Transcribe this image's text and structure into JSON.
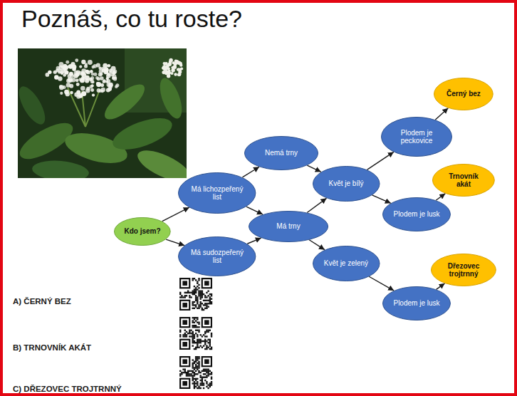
{
  "diagram": {
    "title": "Poznáš, co tu roste?",
    "nodes": [
      {
        "text": [
          "Kdo jsem?"
        ]
      },
      {
        "text": [
          "Má lichozpeřený list"
        ]
      },
      {
        "text": [
          "Má sudozpeřený list"
        ]
      },
      {
        "text": [
          "Nemá trny"
        ]
      },
      {
        "text": [
          "Má trny"
        ]
      },
      {
        "text": [
          "Květ je bílý"
        ]
      },
      {
        "text": [
          "Květ je zelený"
        ]
      },
      {
        "text": [
          "Plodem je peckovice"
        ]
      },
      {
        "text": [
          "Plodem je lusk"
        ]
      },
      {
        "text": [
          "Plodem je lusk"
        ]
      },
      {
        "text": [
          "Černý bez"
        ]
      },
      {
        "text": [
          "Trnovník akát"
        ]
      },
      {
        "text": [
          "Dřezovec trojtrnný"
        ]
      }
    ],
    "edges": [
      {
        "from": 0,
        "to": 1,
        "arrow": "to"
      },
      {
        "from": 0,
        "to": 2,
        "arrow": "to"
      },
      {
        "from": 1,
        "to": 3,
        "arrow": "to"
      },
      {
        "from": 1,
        "to": 4,
        "arrow": "to"
      },
      {
        "from": 2,
        "to": 4,
        "arrow": "to"
      },
      {
        "from": 3,
        "to": 5,
        "arrow": "to"
      },
      {
        "from": 4,
        "to": 5,
        "arrow": "to"
      },
      {
        "from": 4,
        "to": 6,
        "arrow": "to"
      },
      {
        "from": 5,
        "to": 7,
        "arrow": "to"
      },
      {
        "from": 5,
        "to": 8,
        "arrow": "to"
      },
      {
        "from": 6,
        "to": 9,
        "arrow": "to"
      },
      {
        "from": 7,
        "to": 10,
        "arrow": "to"
      },
      {
        "from": 8,
        "to": 11,
        "arrow": "to"
      },
      {
        "from": 9,
        "to": 12,
        "arrow": "to"
      }
    ],
    "labels": [
      "A) ČERNÝ BEZ",
      "B) TRNOVNÍK AKÁT",
      "C) DŘEZOVEC TROJTRNNÝ"
    ]
  }
}
